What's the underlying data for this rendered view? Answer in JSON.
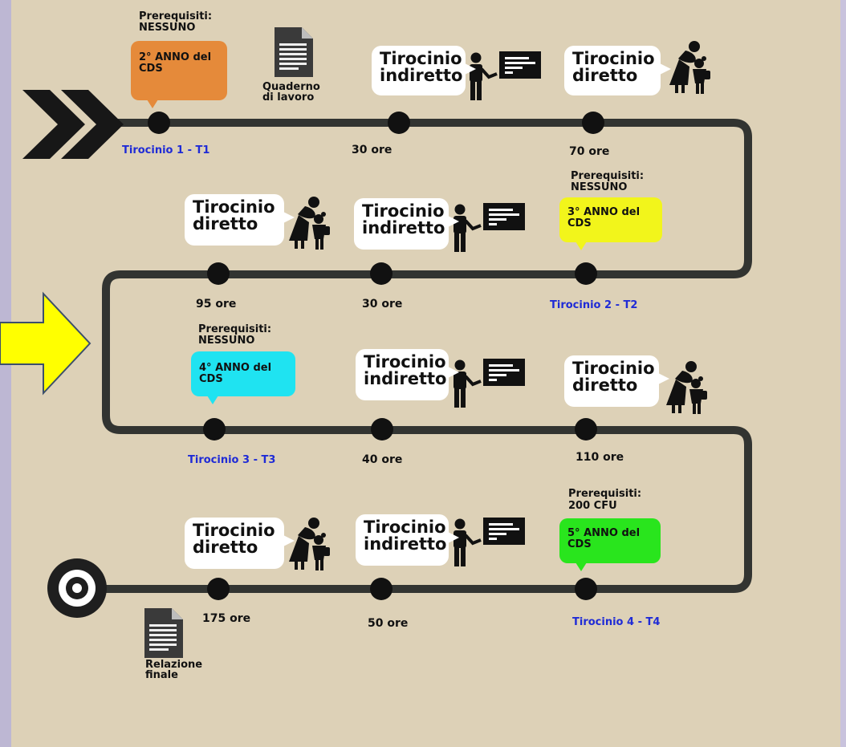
{
  "stages": [
    {
      "name": "Tirocinio 1 - T1",
      "prereq_label": "Prerequisiti:",
      "prereq_value": "NESSUNO",
      "year": "2° ANNO del CDS",
      "year_color": "#e58a3a",
      "workbook_label": "Quaderno di lavoro",
      "indirect": {
        "label": "Tirocinio indiretto",
        "hours": "30 ore"
      },
      "direct": {
        "label": "Tirocinio diretto",
        "hours": "70 ore"
      }
    },
    {
      "name": "Tirocinio 2 - T2",
      "prereq_label": "Prerequisiti:",
      "prereq_value": "NESSUNO",
      "year": "3° ANNO del CDS",
      "year_color": "#f2f51b",
      "indirect": {
        "label": "Tirocinio indiretto",
        "hours": "30 ore"
      },
      "direct": {
        "label": "Tirocinio diretto",
        "hours": "95 ore"
      }
    },
    {
      "name": "Tirocinio 3 - T3",
      "prereq_label": "Prerequisiti:",
      "prereq_value": "NESSUNO",
      "year": "4° ANNO del CDS",
      "year_color": "#1fe3f1",
      "indirect": {
        "label": "Tirocinio indiretto",
        "hours": "40 ore"
      },
      "direct": {
        "label": "Tirocinio diretto",
        "hours": "110 ore"
      }
    },
    {
      "name": "Tirocinio 4 - T4",
      "prereq_label": "Prerequisiti:",
      "prereq_value": "200 CFU",
      "year": "5° ANNO del CDS",
      "year_color": "#29e51d",
      "indirect": {
        "label": "Tirocinio indiretto",
        "hours": "50 ore"
      },
      "direct": {
        "label": "Tirocinio diretto",
        "hours": "175 ore"
      }
    }
  ],
  "final": {
    "label": "Relazione finale"
  },
  "icons": {
    "start": "double-chevron-icon",
    "end": "target-icon",
    "arrow": "right-arrow-icon",
    "document": "document-icon",
    "teacher": "teacher-at-board-icon",
    "parent_child": "parent-child-icon"
  },
  "colors": {
    "path": "#323431",
    "background": "#ddd1b7",
    "arrow": "#ffff00",
    "stage_text": "#1f2bd6"
  }
}
